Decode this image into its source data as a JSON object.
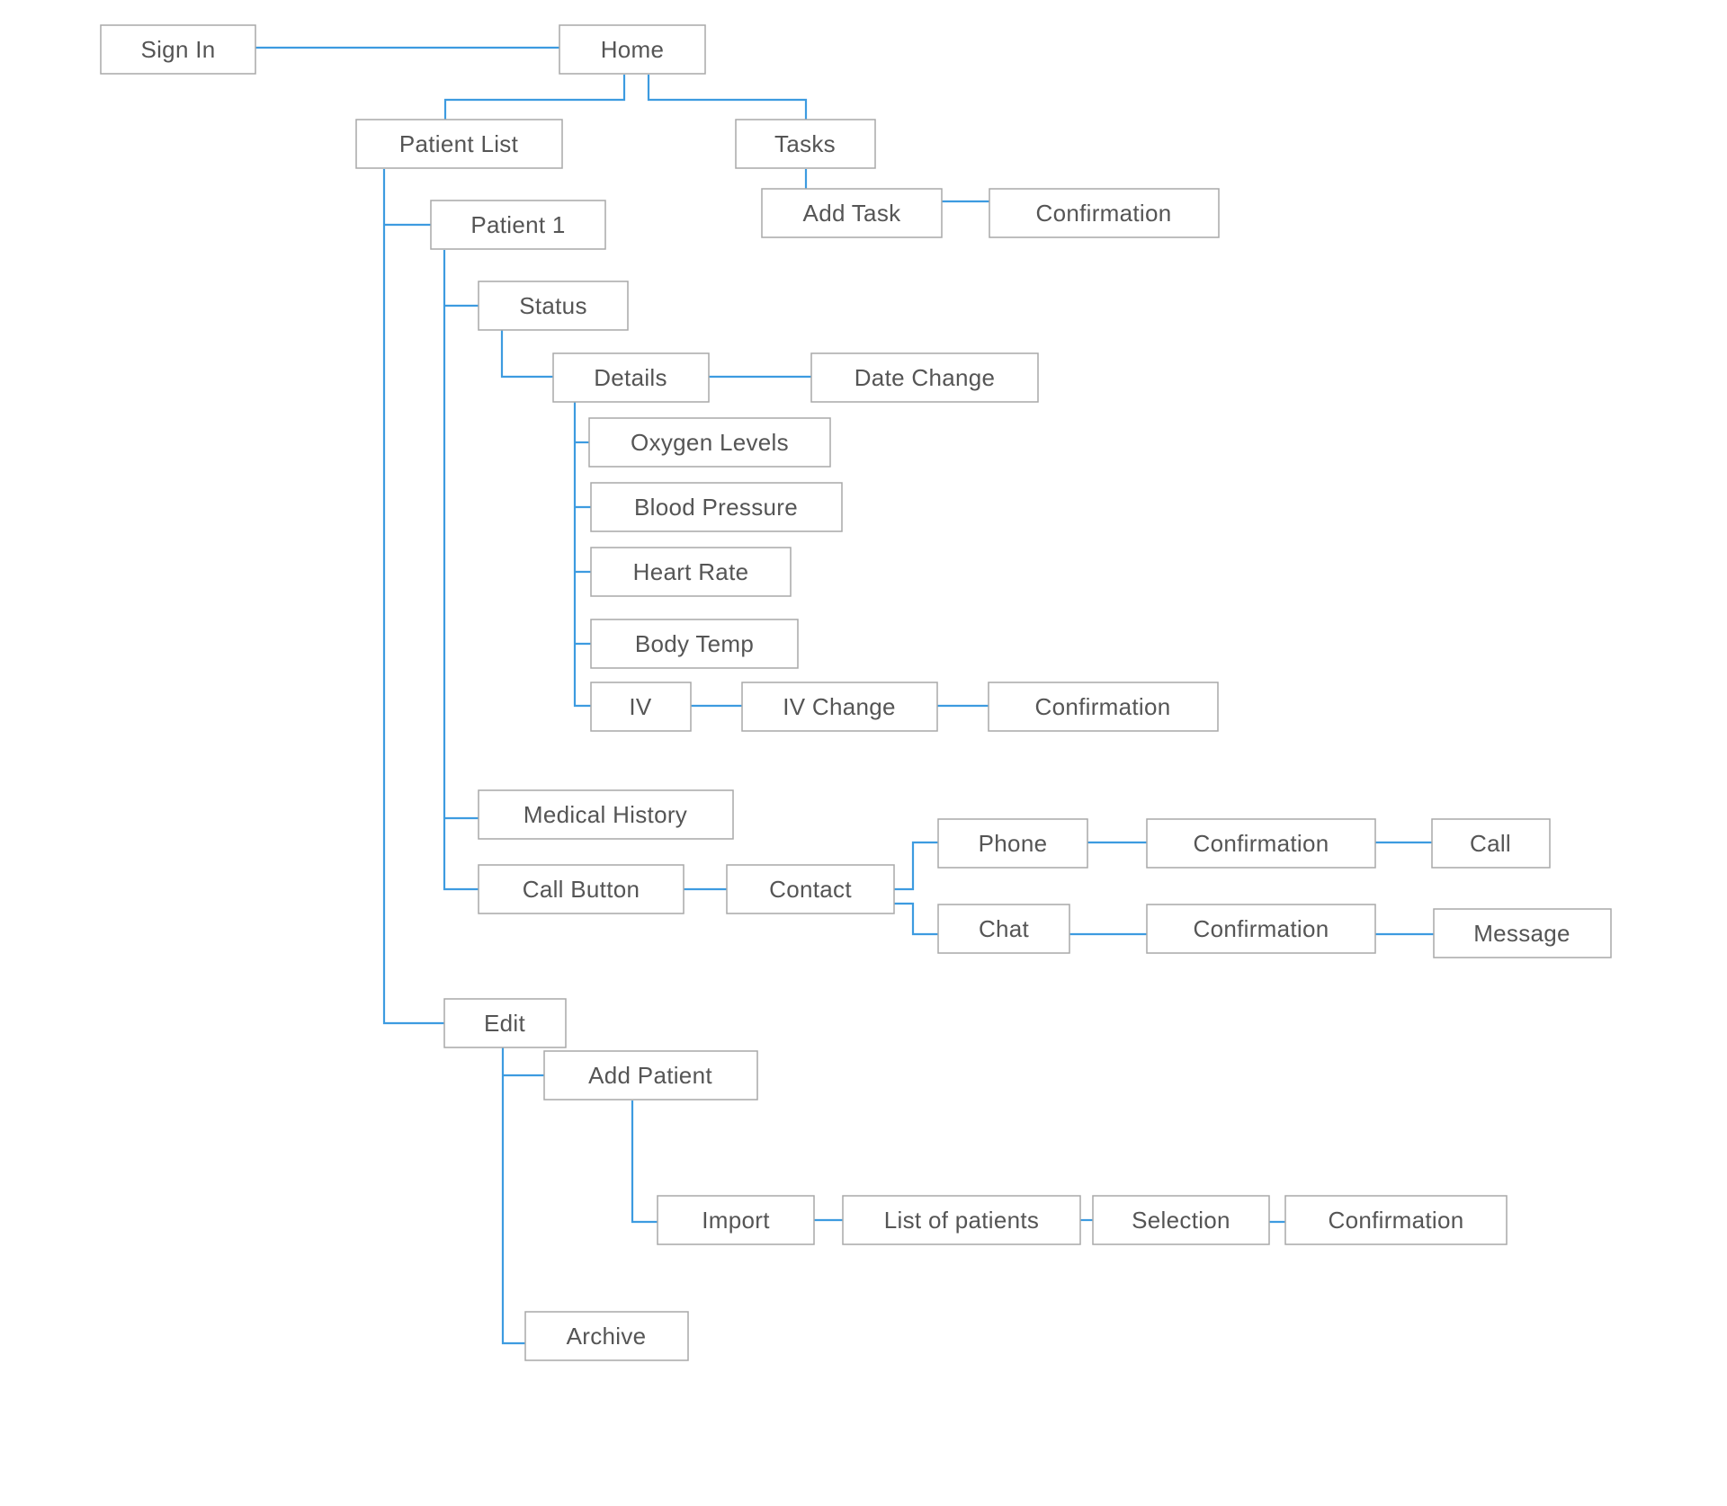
{
  "nodes": {
    "sign_in": "Sign In",
    "home": "Home",
    "patient_list": "Patient List",
    "tasks": "Tasks",
    "add_task": "Add Task",
    "tasks_confirmation": "Confirmation",
    "patient_1": "Patient 1",
    "status": "Status",
    "details": "Details",
    "date_change": "Date Change",
    "oxygen_levels": "Oxygen Levels",
    "blood_pressure": "Blood Pressure",
    "heart_rate": "Heart Rate",
    "body_temp": "Body Temp",
    "iv": "IV",
    "iv_change": "IV Change",
    "iv_confirmation": "Confirmation",
    "medical_history": "Medical History",
    "call_button": "Call Button",
    "contact": "Contact",
    "phone": "Phone",
    "phone_confirmation": "Confirmation",
    "call": "Call",
    "chat": "Chat",
    "chat_confirmation": "Confirmation",
    "message": "Message",
    "edit": "Edit",
    "add_patient": "Add Patient",
    "import": "Import",
    "list_of_patients": "List of patients",
    "selection": "Selection",
    "import_confirmation": "Confirmation",
    "archive": "Archive"
  },
  "colors": {
    "connector": "#3d9be0",
    "box_border": "#a9a9a9",
    "text": "#555555"
  }
}
